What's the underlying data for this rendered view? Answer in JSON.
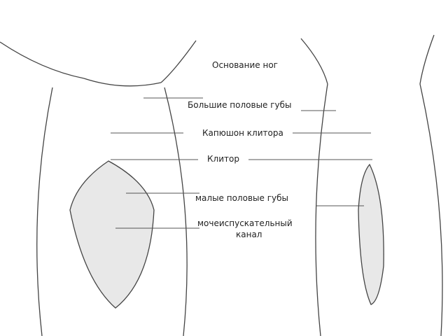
{
  "diagram": {
    "type": "anatomical-labeled-diagram",
    "labels": [
      {
        "id": "leg-base",
        "text": "Основание ног"
      },
      {
        "id": "labia-majora",
        "text": "Большие половые губы"
      },
      {
        "id": "clitoral-hood",
        "text": "Капюшон клитора"
      },
      {
        "id": "clitoris",
        "text": "Клитор"
      },
      {
        "id": "labia-minora",
        "text": "малые половые губы"
      },
      {
        "id": "urethra-line1",
        "text": "мочеиспускательный"
      },
      {
        "id": "urethra-line2",
        "text": "канал"
      }
    ],
    "colors": {
      "line": "#444444",
      "fill": "#e8e8e8",
      "text": "#222222"
    }
  }
}
